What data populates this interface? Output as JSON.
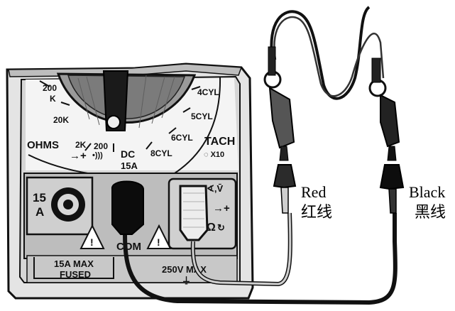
{
  "dial": {
    "range_200k_top": "200",
    "range_200k_unit": "K",
    "range_20k": "20K",
    "range_2k": "2K",
    "range_200": "200",
    "ohms": "OHMS",
    "cyl_4": "4CYL",
    "cyl_5": "5CYL",
    "cyl_6": "6CYL",
    "cyl_8": "8CYL",
    "tach": "TACH",
    "tach_x10": "◌ X10",
    "dc": "DC",
    "dc_15a": "15A"
  },
  "jacks": {
    "amp_value": "15",
    "amp_unit": "A",
    "com": "COM",
    "fused_max": "15A MAX",
    "fused": "FUSED",
    "volt_max": "250V MAX",
    "ohm_symbol": "Ω"
  },
  "leads": {
    "red_en": "Red",
    "red_cn": "红线",
    "black_en": "Black",
    "black_cn": "黑线"
  }
}
